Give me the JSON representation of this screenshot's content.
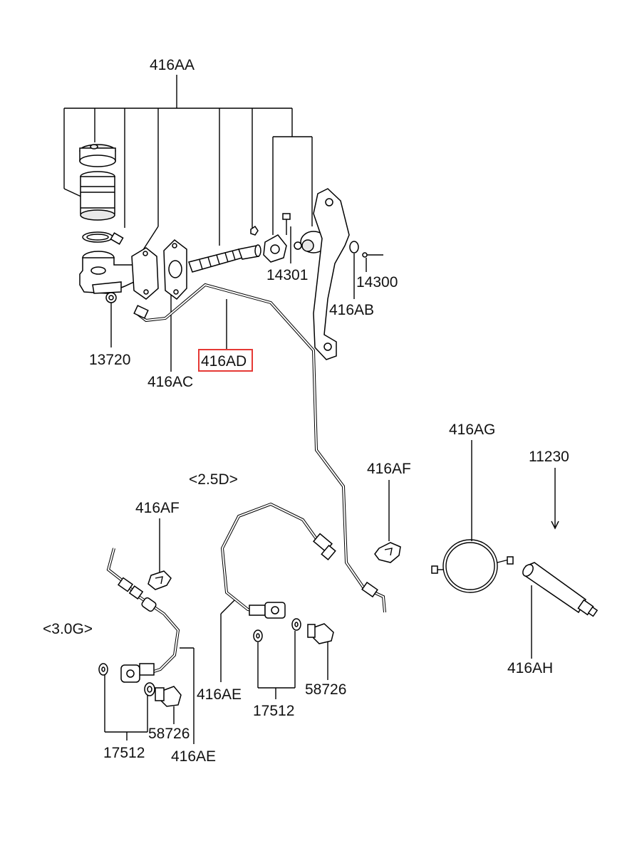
{
  "callouts": {
    "master_cylinder_kit": "416AA",
    "nut": "13720",
    "gasket": "416AC",
    "clutch_tube": "416AD",
    "bolt_upper": "14301",
    "pin": "14300",
    "washer": "416AB",
    "variant_25d": "<2.5D>",
    "variant_30g": "<3.0G>",
    "clip_right": "416AF",
    "clip_left": "416AF",
    "spring": "416AG",
    "part_11230": "11230",
    "release_cylinder": "416AH",
    "hose_right": "416AE",
    "hose_left": "416AE",
    "eyebolt_right": "58726",
    "eyebolt_left": "58726",
    "gaskets_right": "17512",
    "gaskets_left": "17512"
  },
  "highlight": {
    "label": "416AD",
    "color": "#e53935"
  }
}
